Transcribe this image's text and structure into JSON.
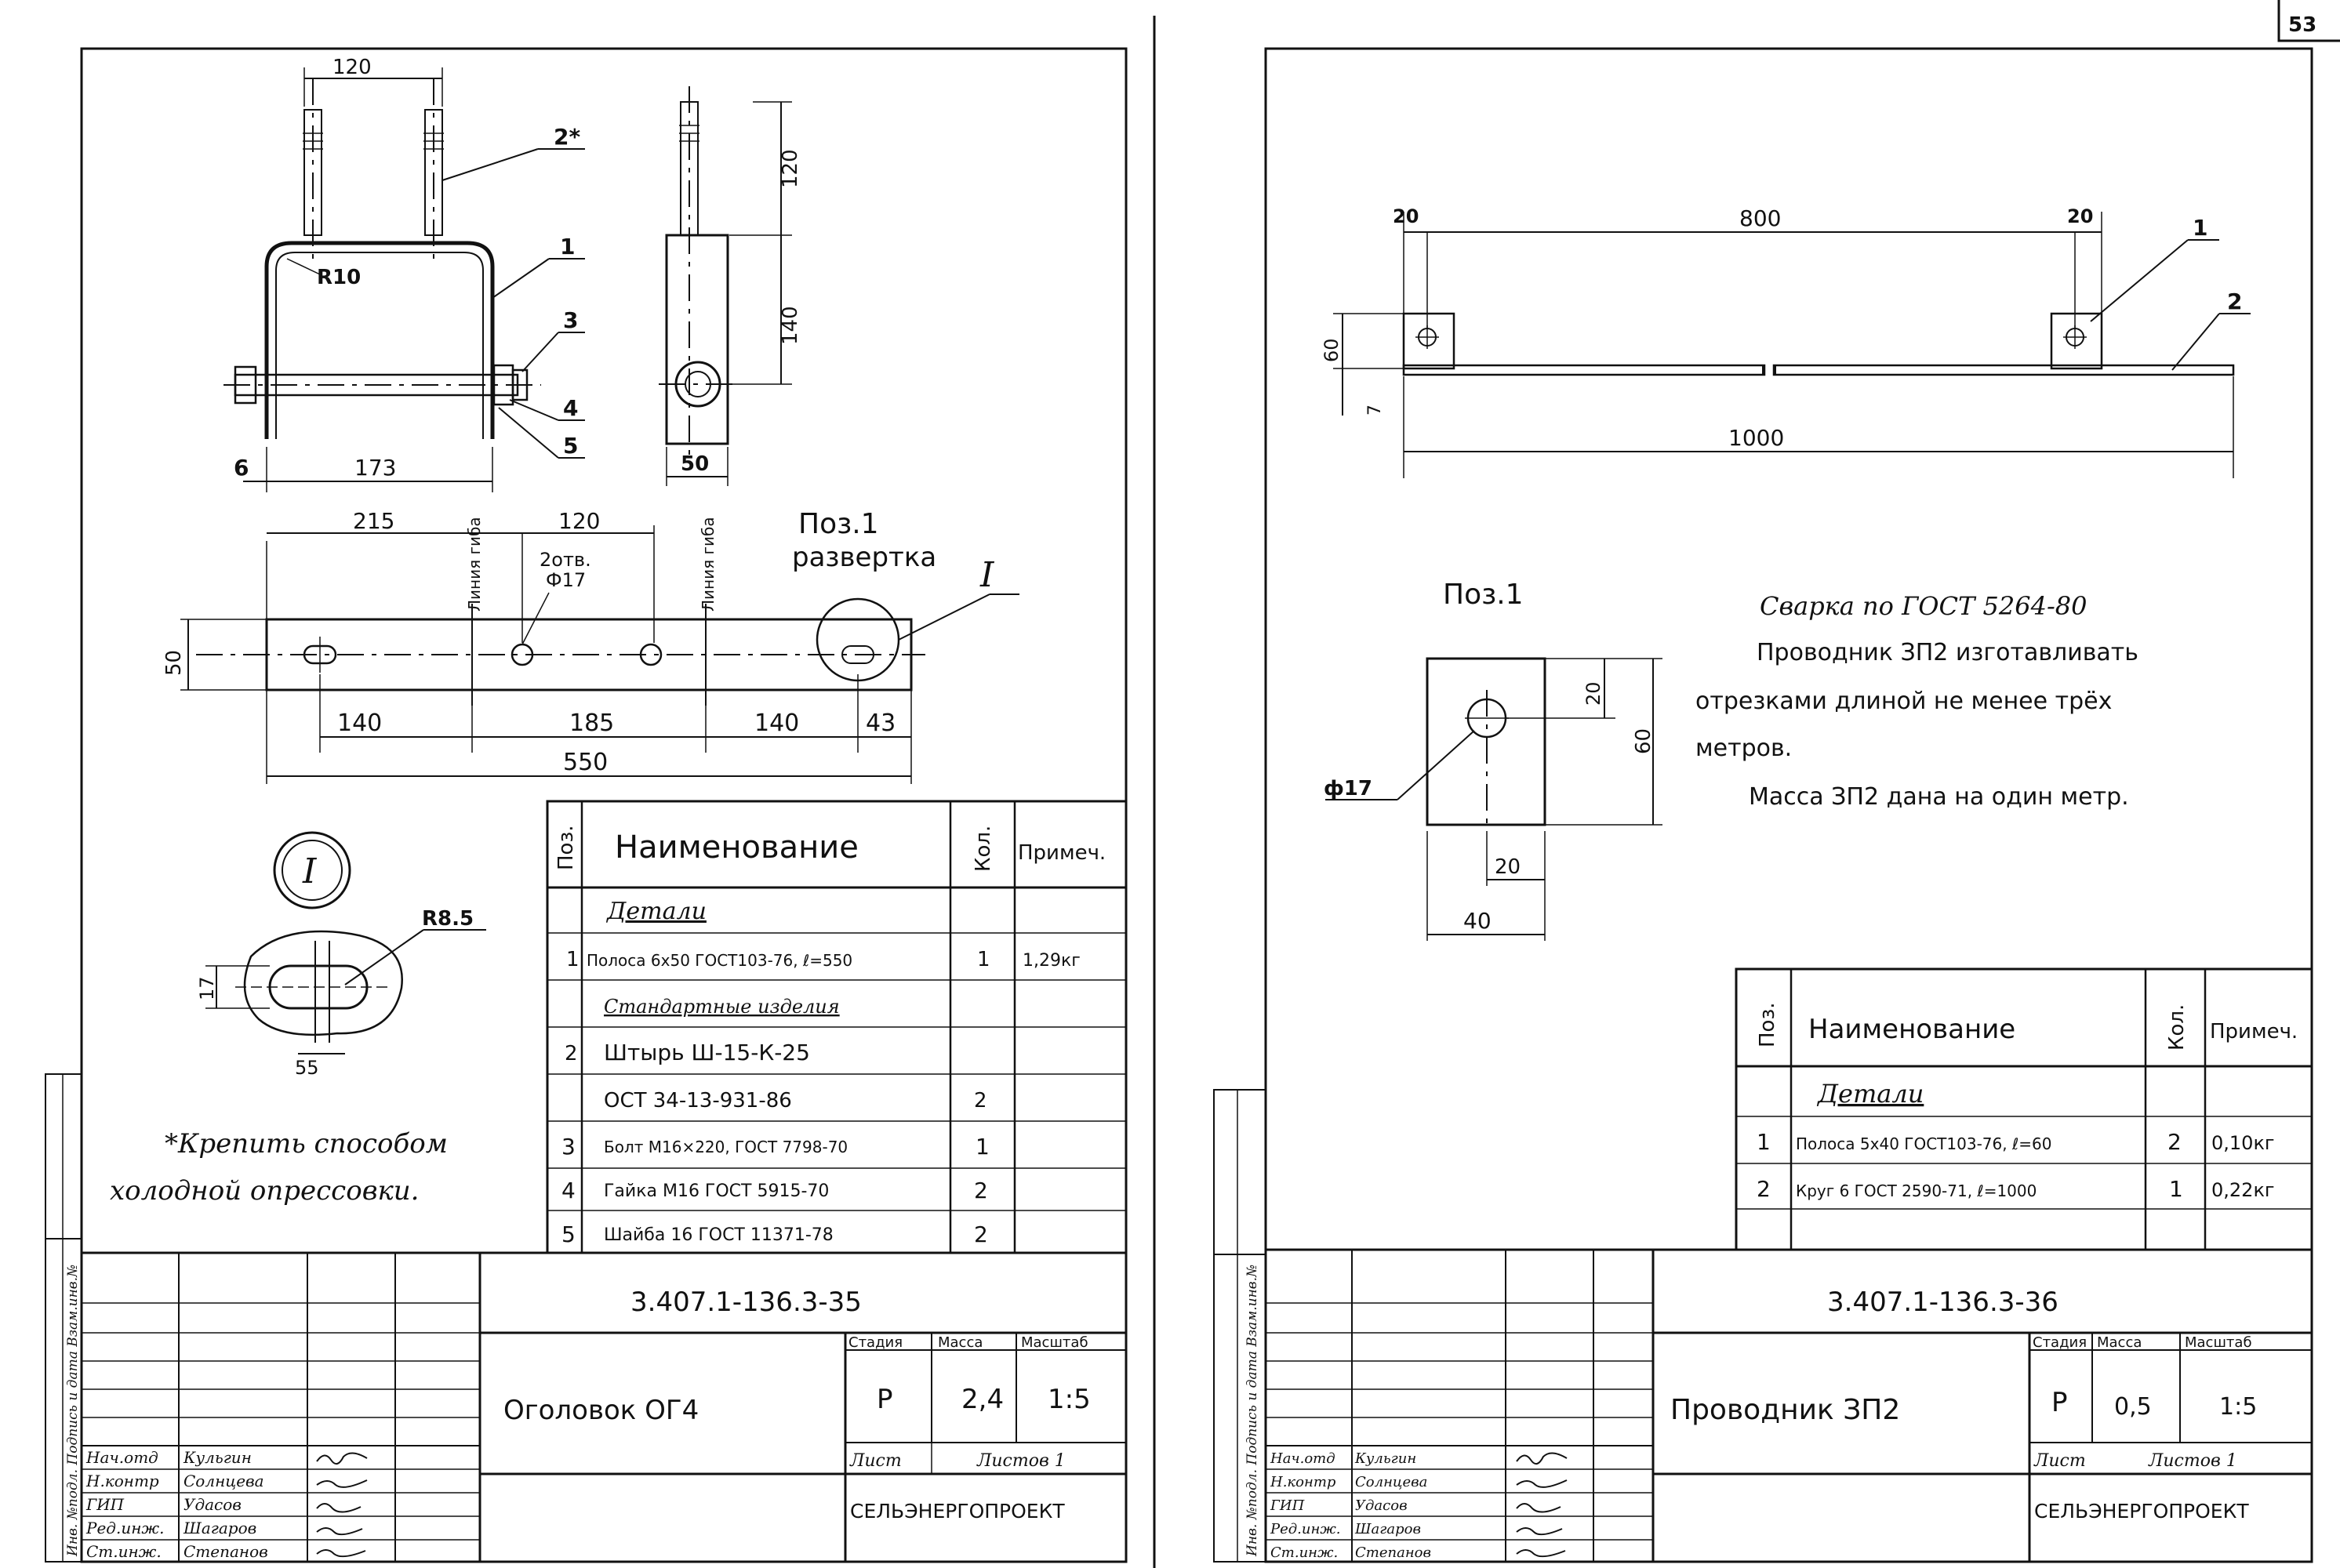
{
  "page_number": "53",
  "left": {
    "dims": {
      "top_width": "120",
      "height_120": "120",
      "height_140": "140",
      "bend_r": "R10",
      "lead_a": "6",
      "span_173": "173",
      "width_50": "50",
      "dev_215": "215",
      "dev_120": "120",
      "h_50": "50",
      "dev_140a": "140",
      "dev_185": "185",
      "dev_140b": "140",
      "dev_43": "43",
      "total_550": "550",
      "detail_r": "R8.5",
      "detail_17": "17",
      "detail_55": "55"
    },
    "callouts": {
      "c2": "2*",
      "c1": "1",
      "c3": "3",
      "c4": "4",
      "c5": "5",
      "sec": "I"
    },
    "bend_line_1": "Линия гиба",
    "bend_line_2": "Линия гиба",
    "holes_note_1": "2отв.",
    "holes_note_2": "Ф17",
    "pos_title": "Поз.1",
    "pos_sub": "развертка",
    "roman": "I",
    "note_line1": "*Крепить способом",
    "note_line2": "холодной опрессовки.",
    "spec": {
      "h_pos": "Поз.",
      "h_name": "Наименование",
      "h_qty": "Кол.",
      "h_note": "Примеч.",
      "section_details": "Детали",
      "section_std": "Стандартные изделия",
      "rows": [
        {
          "pos": "1",
          "name": "Полоса 6х50 ГОСТ103-76, ℓ=550",
          "qty": "1",
          "note": "1,29кг"
        },
        {
          "pos": "2",
          "name": "Штырь Ш-15-К-25",
          "qty": "",
          "note": ""
        },
        {
          "pos": "",
          "name": "ОСТ 34-13-931-86",
          "qty": "2",
          "note": ""
        },
        {
          "pos": "3",
          "name": "Болт М16×220, ГОСТ 7798-70",
          "qty": "1",
          "note": ""
        },
        {
          "pos": "4",
          "name": "Гайка М16 ГОСТ 5915-70",
          "qty": "2",
          "note": ""
        },
        {
          "pos": "5",
          "name": "Шайба 16 ГОСТ 11371-78",
          "qty": "2",
          "note": ""
        }
      ]
    },
    "tb": {
      "doc": "3.407.1-136.3-35",
      "title": "Оголовок ОГ4",
      "h_stage": "Стадия",
      "h_mass": "Масса",
      "h_scale": "Масштаб",
      "stage": "Р",
      "mass": "2,4",
      "scale": "1:5",
      "sheet": "Лист",
      "sheets": "Листов 1",
      "org": "СЕЛЬЭНЕРГОПРОЕКТ",
      "staff": [
        {
          "role": "Нач.отд",
          "name": "Кульгин"
        },
        {
          "role": "Н.контр",
          "name": "Солнцева"
        },
        {
          "role": "ГИП",
          "name": "Удасов"
        },
        {
          "role": "Ред.инж.",
          "name": "Шагаров"
        },
        {
          "role": "Ст.инж.",
          "name": "Степанов"
        }
      ],
      "side": "Инв. №подл. Подпись и дата Взам.инв.№"
    }
  },
  "right": {
    "dims": {
      "d20a": "20",
      "d800": "800",
      "d20b": "20",
      "d60": "60",
      "d1000": "1000",
      "d7": "7",
      "p20v": "20",
      "p60": "60",
      "p20h": "20",
      "p40": "40",
      "p17": "ф17"
    },
    "callouts": {
      "c1": "1",
      "c2": "2"
    },
    "pos_title": "Поз.1",
    "note1": "Сварка по ГОСТ 5264-80",
    "note2": "Проводник ЗП2 изготавливать",
    "note3": "отрезками длиной не менее трёх",
    "note4": "метров.",
    "note5": "Масса ЗП2 дана на один метр.",
    "spec": {
      "h_pos": "Поз.",
      "h_name": "Наименование",
      "h_qty": "Кол.",
      "h_note": "Примеч.",
      "section_details": "Детали",
      "rows": [
        {
          "pos": "1",
          "name": "Полоса 5х40 ГОСТ103-76, ℓ=60",
          "qty": "2",
          "note": "0,10кг"
        },
        {
          "pos": "2",
          "name": "Круг 6 ГОСТ 2590-71, ℓ=1000",
          "qty": "1",
          "note": "0,22кг"
        }
      ]
    },
    "tb": {
      "doc": "3.407.1-136.3-36",
      "title": "Проводник ЗП2",
      "h_stage": "Стадия",
      "h_mass": "Масса",
      "h_scale": "Масштаб",
      "stage": "Р",
      "mass": "0,5",
      "scale": "1:5",
      "sheet": "Лист",
      "sheets": "Листов 1",
      "org": "СЕЛЬЭНЕРГОПРОЕКТ",
      "staff": [
        {
          "role": "Нач.отд",
          "name": "Кульгин"
        },
        {
          "role": "Н.контр",
          "name": "Солнцева"
        },
        {
          "role": "ГИП",
          "name": "Удасов"
        },
        {
          "role": "Ред.инж.",
          "name": "Шагаров"
        },
        {
          "role": "Ст.инж.",
          "name": "Степанов"
        }
      ],
      "side": "Инв. №подл. Подпись и дата Взам.инв.№"
    }
  }
}
